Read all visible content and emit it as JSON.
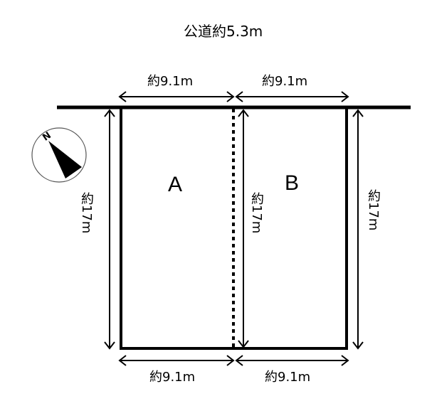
{
  "road": {
    "label": "公道約5.3m"
  },
  "lots": [
    {
      "name": "A",
      "top_width": "約9.1m",
      "bottom_width": "約9.1m",
      "depth": "約17m"
    },
    {
      "name": "B",
      "top_width": "約9.1m",
      "bottom_width": "約9.1m",
      "depth": "約17m"
    }
  ],
  "middle_depth": "約17m",
  "compass": {
    "label": "N",
    "icon": "north-arrow-icon"
  },
  "colors": {
    "line": "#000000",
    "background": "#ffffff"
  }
}
